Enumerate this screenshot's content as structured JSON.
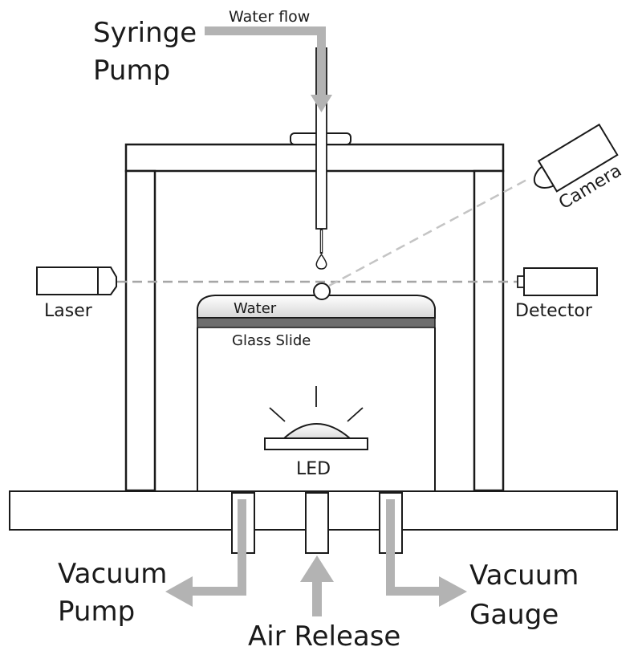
{
  "labels": {
    "syringe_line1": "Syringe",
    "syringe_line2": "Pump",
    "water_flow": "Water flow",
    "camera": "Camera",
    "laser": "Laser",
    "detector": "Detector",
    "water": "Water",
    "glass_slide": "Glass Slide",
    "led": "LED",
    "vacuum_pump_line1": "Vacuum",
    "vacuum_pump_line2": "Pump",
    "air_release": "Air Release",
    "vacuum_gauge_line1": "Vacuum",
    "vacuum_gauge_line2": "Gauge"
  },
  "colors": {
    "stroke": "#1a1a1a",
    "arrow": "#b3b3b3",
    "beam": "#a6a6a6",
    "glass": "#6e6e6e"
  }
}
